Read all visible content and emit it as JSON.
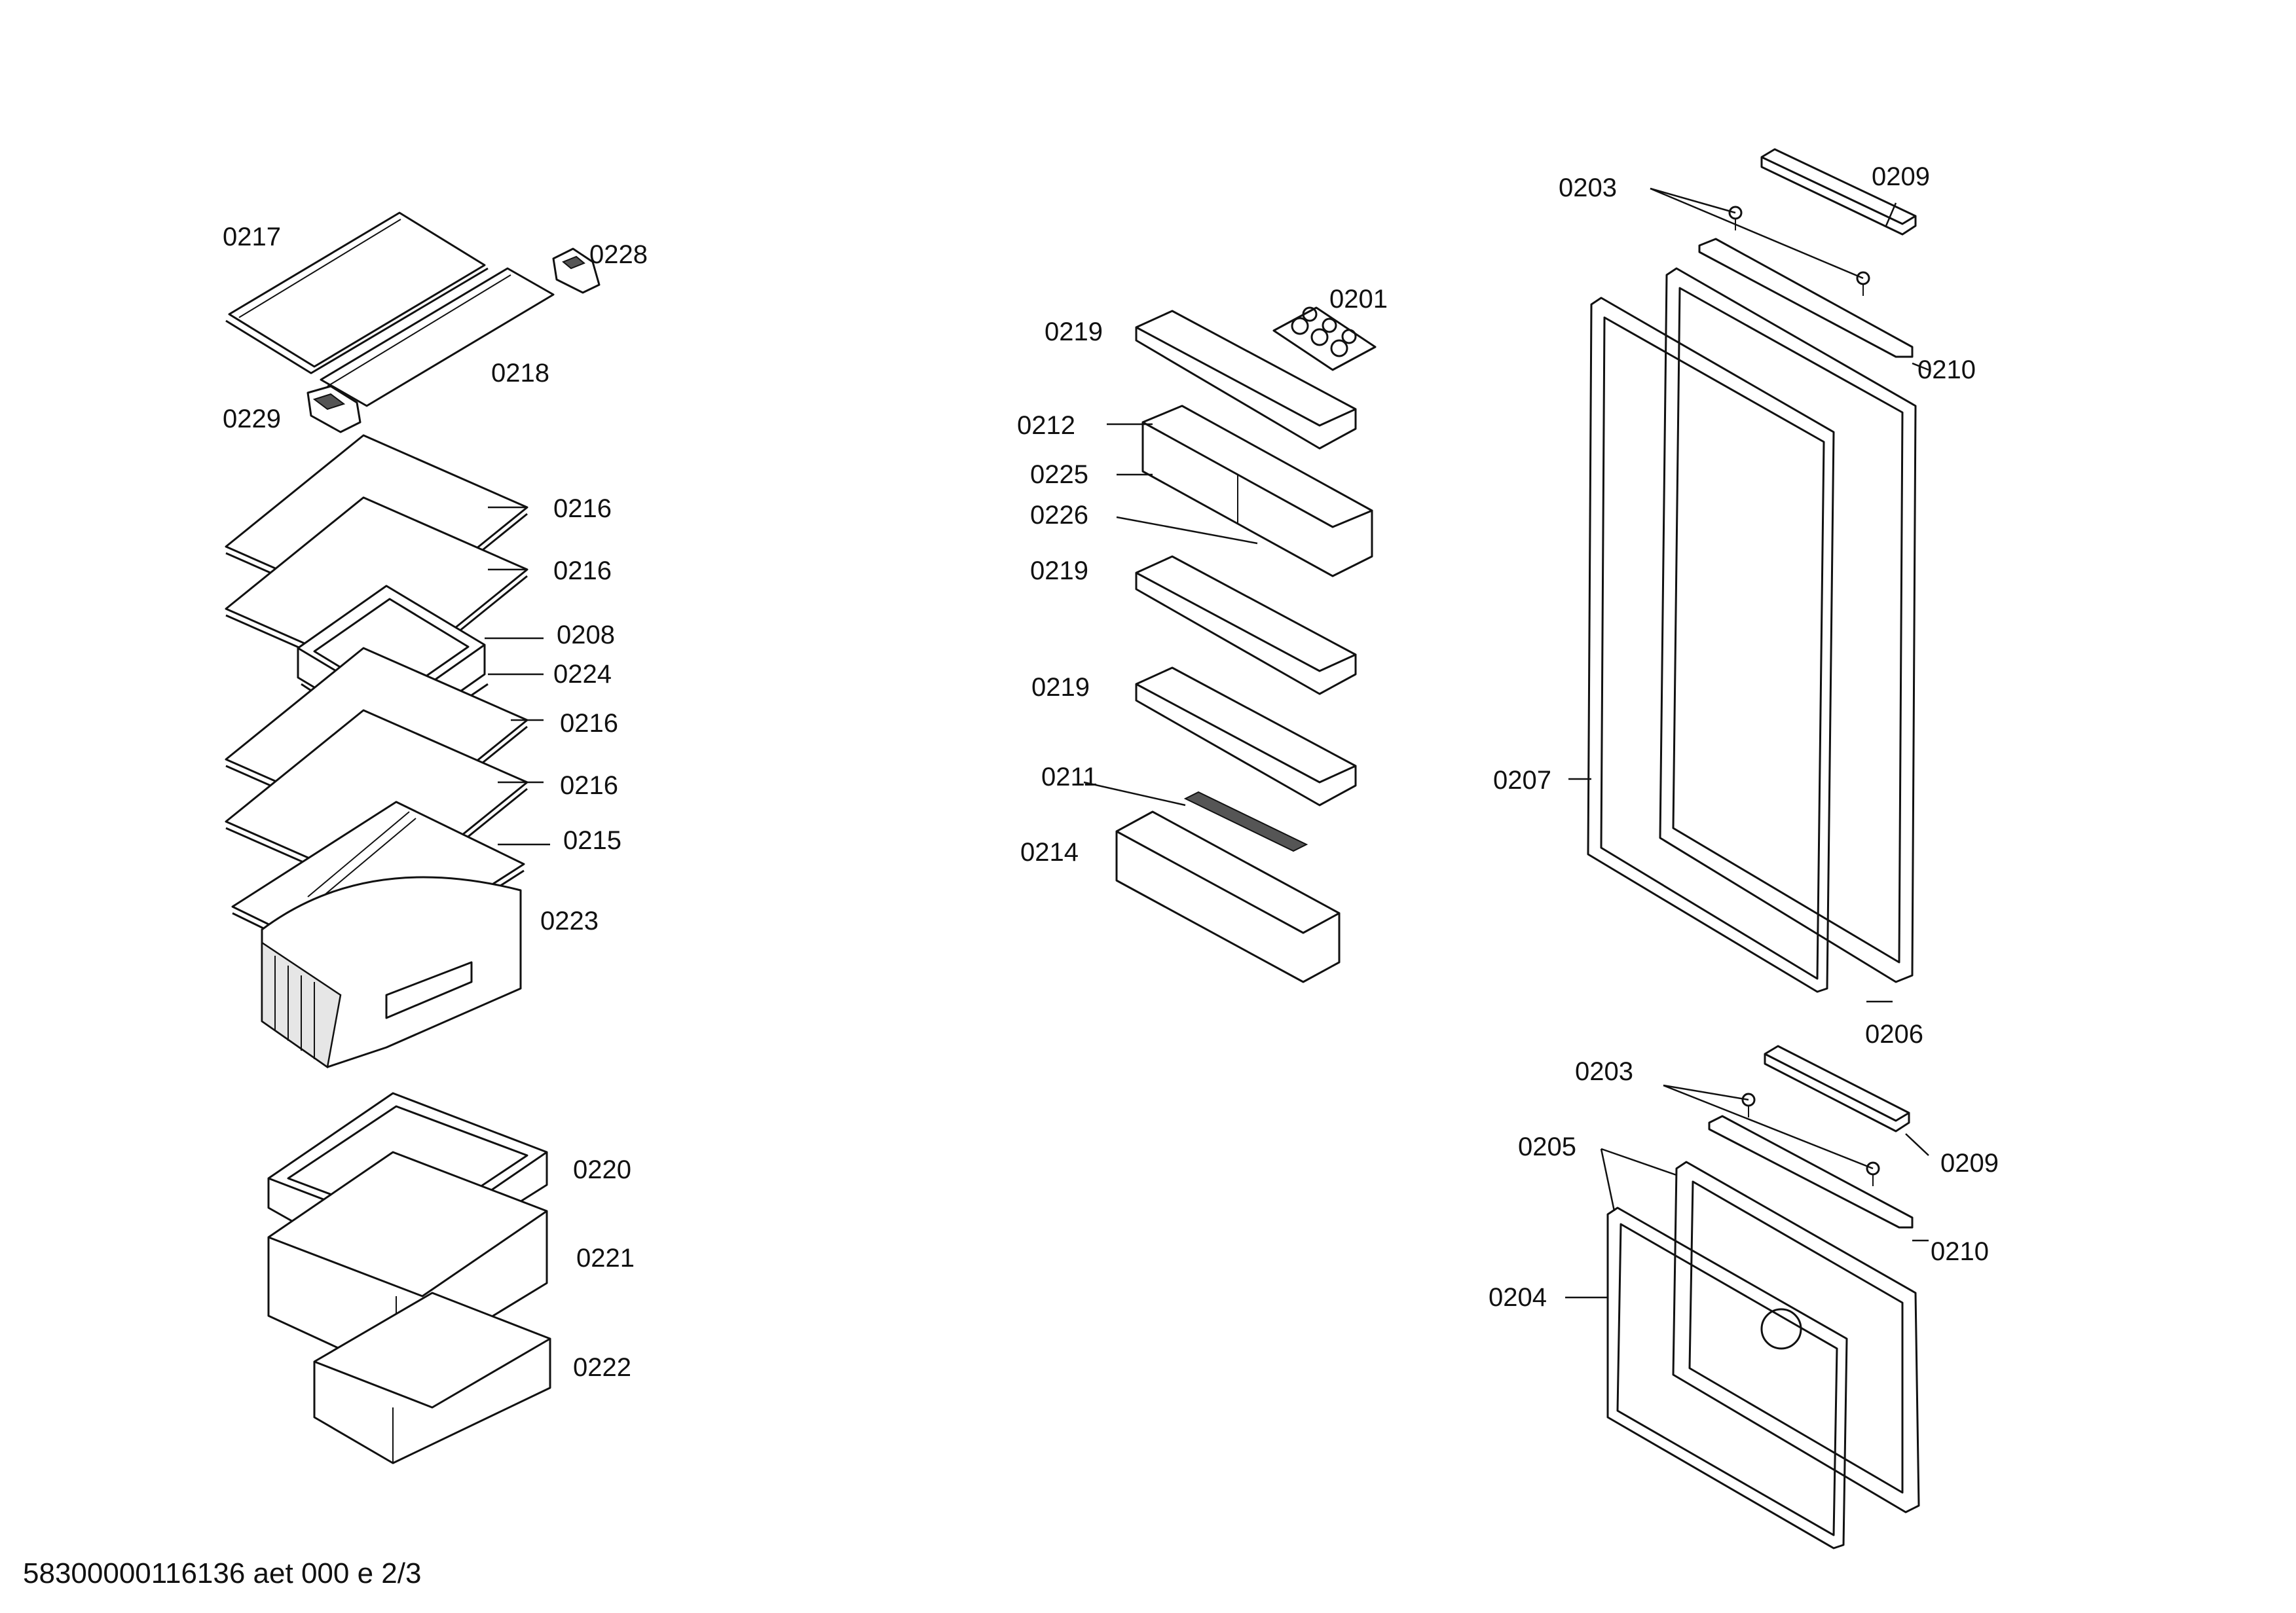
{
  "labels": {
    "l0217": "0217",
    "l0228": "0228",
    "l0218": "0218",
    "l0229": "0229",
    "l0216a": "0216",
    "l0216b": "0216",
    "l0208": "0208",
    "l0224": "0224",
    "l0216c": "0216",
    "l0216d": "0216",
    "l0215": "0215",
    "l0223": "0223",
    "l0220": "0220",
    "l0221": "0221",
    "l0222": "0222",
    "l0201": "0201",
    "l0219a": "0219",
    "l0212": "0212",
    "l0225": "0225",
    "l0226": "0226",
    "l0219b": "0219",
    "l0219c": "0219",
    "l0211": "0211",
    "l0214": "0214",
    "l0203a": "0203",
    "l0209a": "0209",
    "l0210a": "0210",
    "l0207": "0207",
    "l0206": "0206",
    "l0203b": "0203",
    "l0209b": "0209",
    "l0205": "0205",
    "l0210b": "0210",
    "l0204": "0204"
  },
  "footer": {
    "document_id": "58300000116136 aet 000 e 2/3"
  }
}
